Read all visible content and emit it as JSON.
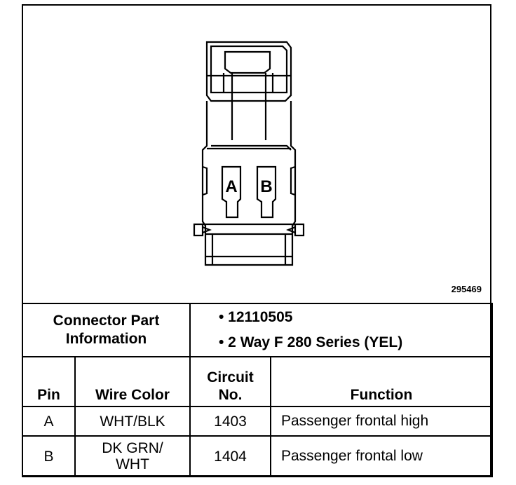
{
  "figure_number": "295469",
  "connector": {
    "pin_labels": [
      "A",
      "B"
    ]
  },
  "part_info": {
    "title_line1": "Connector Part",
    "title_line2": "Information",
    "items": [
      "• 12110505",
      "• 2 Way F 280 Series (YEL)"
    ]
  },
  "columns": {
    "pin": "Pin",
    "wire_color": "Wire Color",
    "circuit_line1": "Circuit",
    "circuit_line2": "No.",
    "function": "Function"
  },
  "rows": [
    {
      "pin": "A",
      "wire_color": "WHT/BLK",
      "wire_color_line2": "",
      "circuit": "1403",
      "function": "Passenger frontal high"
    },
    {
      "pin": "B",
      "wire_color": "DK GRN/",
      "wire_color_line2": "WHT",
      "circuit": "1404",
      "function": "Passenger frontal low"
    }
  ]
}
